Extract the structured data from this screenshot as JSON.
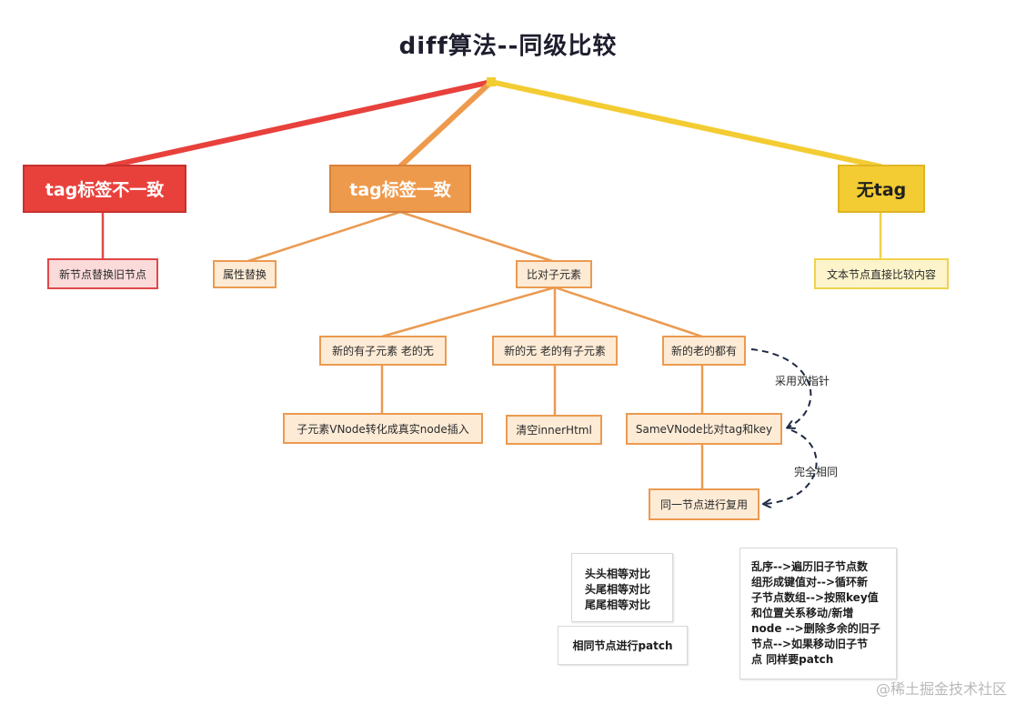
{
  "title": "diff算法--同级比较",
  "nodes": {
    "tag_mismatch": "tag标签不一致",
    "tag_match": "tag标签一致",
    "no_tag": "无tag",
    "replace_node": "新节点替换旧节点",
    "replace_attrs": "属性替换",
    "compare_children": "比对子元素",
    "text_compare": "文本节点直接比较内容",
    "new_has_children_old_none": "新的有子元素 老的无",
    "new_none_old_has_children": "新的无 老的有子元素",
    "both_have_children": "新的老的都有",
    "insert_children": "子元素VNode转化成真实node插入",
    "clear_inner_html": "清空innerHtml",
    "same_vnode": "SameVNode比对tag和key",
    "reuse_node": "同一节点进行复用"
  },
  "labels": {
    "double_pointer": "采用双指针",
    "identical": "完全相同"
  },
  "notes": {
    "compare_strategies": [
      "头头相等对比",
      "头尾相等对比",
      "尾尾相等对比"
    ],
    "patch_same": "相同节点进行patch",
    "unordered": [
      "乱序-->遍历旧子节点数",
      "组形成键值对-->循环新",
      "子节点数组-->按照key值",
      "和位置关系移动/新增",
      "node -->删除多余的旧子",
      "节点-->如果移动旧子节",
      "点 同样要patch"
    ]
  },
  "watermark": "@稀土掘金技术社区",
  "colors": {
    "red": "#e8413c",
    "orange": "#ee9a4c",
    "yellow": "#f3cc33",
    "dashed": "#1e2a44"
  }
}
